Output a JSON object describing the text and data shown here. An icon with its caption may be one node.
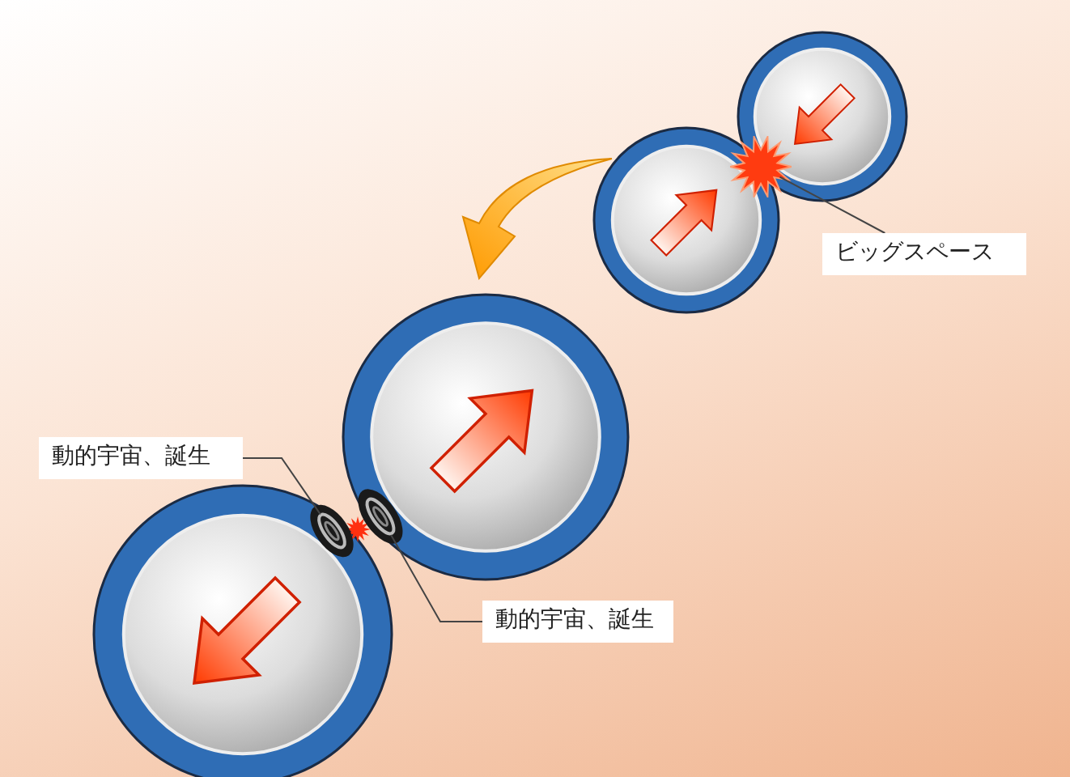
{
  "diagram": {
    "nodes": [
      {
        "text": [
          "ビッグスペース"
        ]
      },
      {
        "text": [],
        "shape": "star"
      },
      {
        "text": [
          "動的宇宙、誕生"
        ]
      },
      {
        "text": [],
        "shape": "ellipse"
      },
      {
        "text": [
          "動的宇宙、誕生"
        ]
      },
      {
        "text": [],
        "shape": "ellipse"
      }
    ],
    "edges": [
      {
        "from": 0,
        "to": 1,
        "arrow": "none"
      },
      {
        "from": 2,
        "to": 3,
        "arrow": "none"
      },
      {
        "from": 4,
        "to": 5,
        "arrow": "none"
      }
    ]
  }
}
